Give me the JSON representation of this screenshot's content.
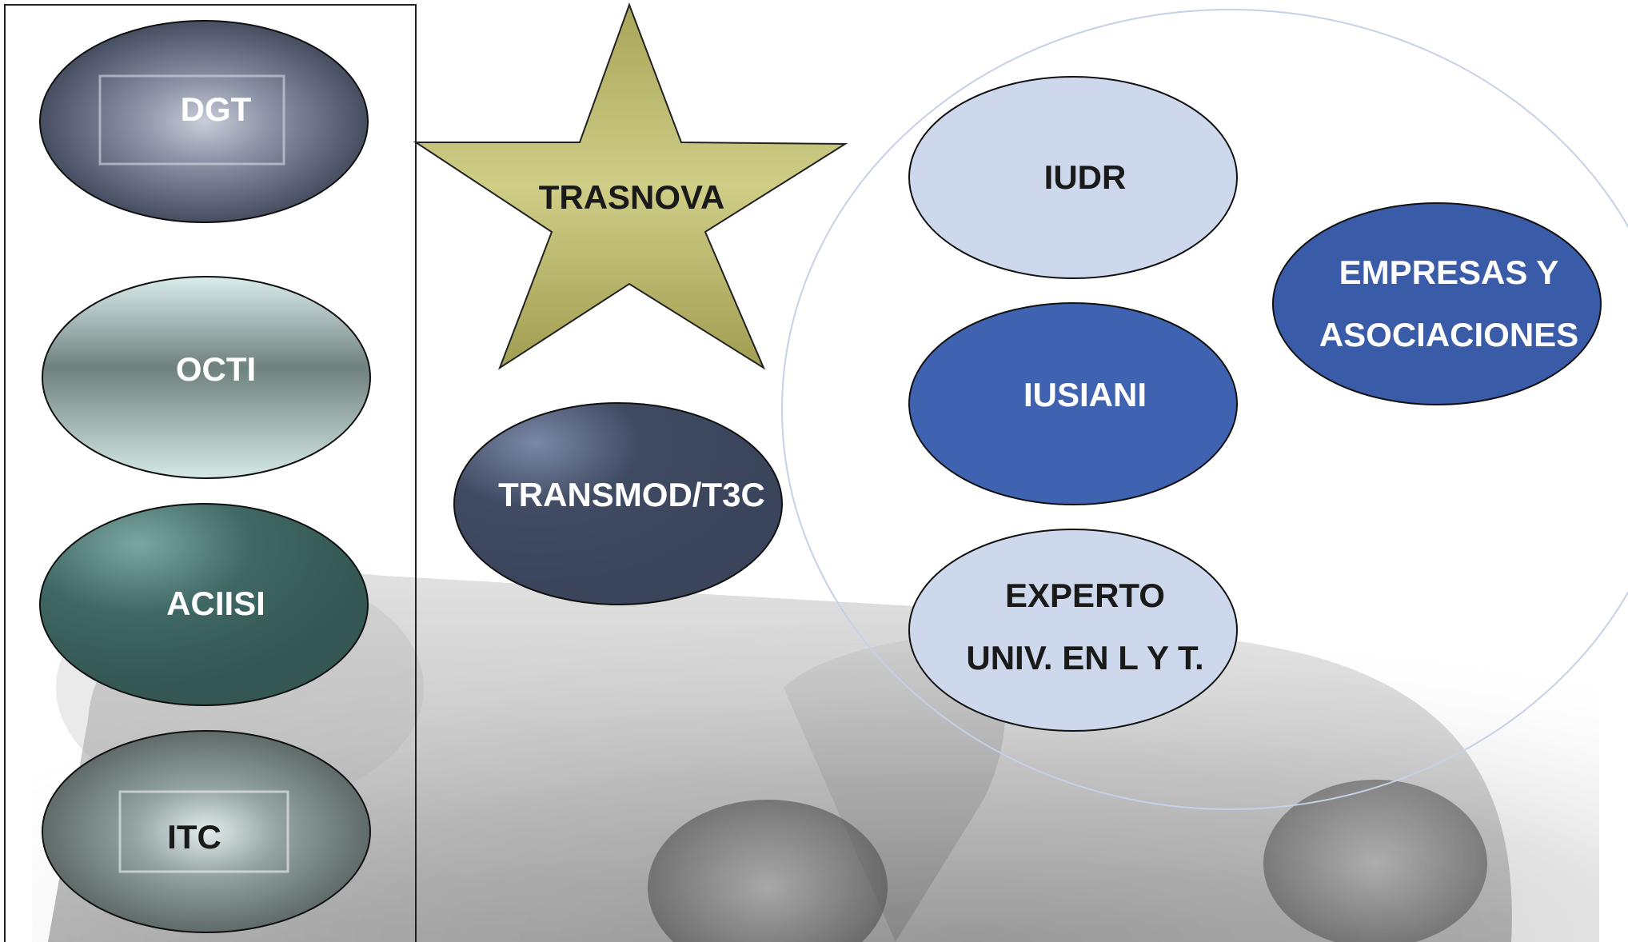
{
  "nodes": {
    "dgt": {
      "label": "DGT"
    },
    "octi": {
      "label": "OCTI"
    },
    "aciisi": {
      "label": "ACIISI"
    },
    "itc": {
      "label": "ITC"
    },
    "trasnova": {
      "label": "TRASNOVA"
    },
    "transmod": {
      "label": "TRANSMOD/T3C"
    },
    "iudr": {
      "label": "IUDR"
    },
    "iusiani": {
      "label": "IUSIANI"
    },
    "experto": {
      "line1": "EXPERTO",
      "line2": "UNIV. EN L Y T."
    },
    "empresas": {
      "line1": "EMPRESAS Y",
      "line2": "ASOCIACIONES"
    }
  },
  "colors": {
    "dgt": "#4a5166",
    "octi": "#8a9e9d",
    "aciisi": "#3c6360",
    "itc": "#6f7f7e",
    "trasnova": "#b8b66a",
    "transmod": "#3d4960",
    "iudr": "#cdd8ec",
    "iusiani": "#3f63b0",
    "experto": "#cdd8ec",
    "empresas": "#3a5ba8",
    "circle_stroke": "#c6d0e6",
    "box_stroke": "#222222"
  },
  "background": {
    "depicts": "binoculars-photo"
  }
}
